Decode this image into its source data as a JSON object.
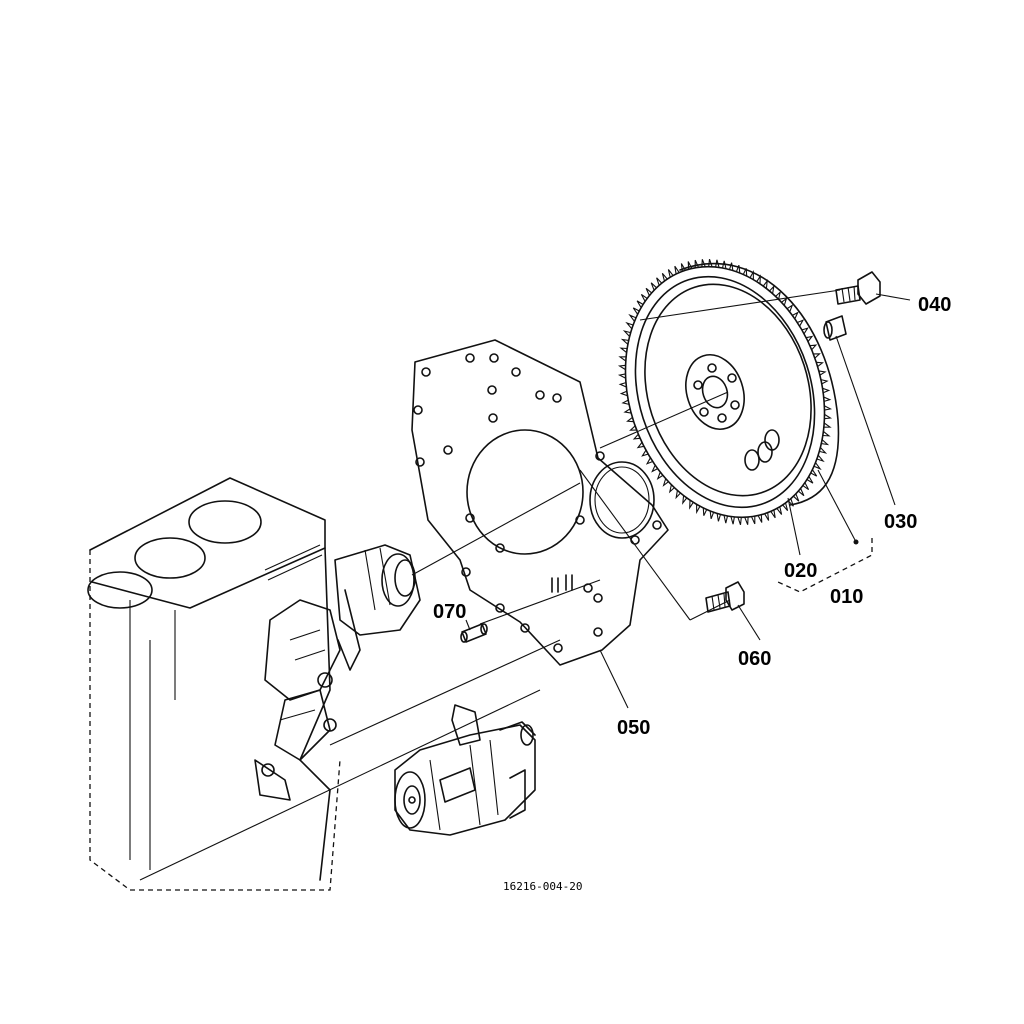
{
  "parts": [
    {
      "id": "p010",
      "number": "010"
    },
    {
      "id": "p020",
      "number": "020"
    },
    {
      "id": "p030",
      "number": "030"
    },
    {
      "id": "p040",
      "number": "040"
    },
    {
      "id": "p050",
      "number": "050"
    },
    {
      "id": "p060",
      "number": "060"
    },
    {
      "id": "p070",
      "number": "070"
    }
  ],
  "drawing_code": "16216-004-20"
}
